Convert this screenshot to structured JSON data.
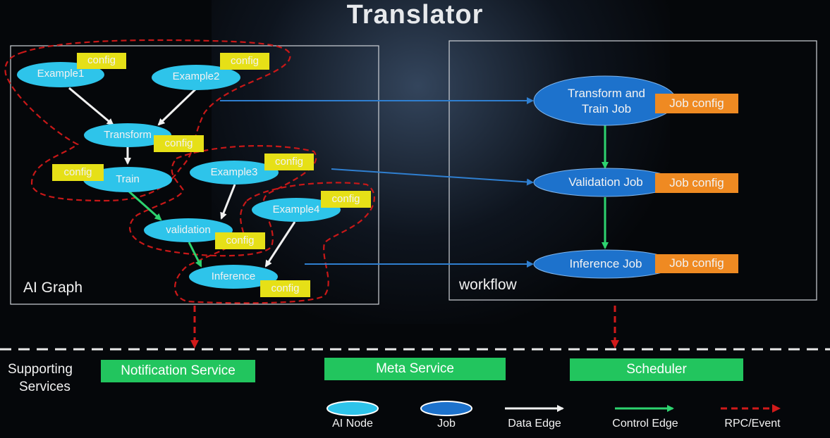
{
  "title": "Translator",
  "ai_graph": {
    "label": "AI Graph",
    "nodes": {
      "example1": "Example1",
      "example2": "Example2",
      "transform": "Transform",
      "train": "Train",
      "example3": "Example3",
      "example4": "Example4",
      "validation": "validation",
      "inference": "Inference"
    },
    "config_label": "config"
  },
  "workflow": {
    "label": "workflow",
    "jobs": {
      "transform_train_line1": "Transform and",
      "transform_train_line2": "Train Job",
      "validation": "Validation Job",
      "inference": "Inference Job"
    },
    "job_config_label": "Job config"
  },
  "supporting": {
    "label_line1": "Supporting",
    "label_line2": "Services",
    "services": [
      "Notification Service",
      "Meta Service",
      "Scheduler"
    ]
  },
  "legend": {
    "ai_node": "AI Node",
    "job": "Job",
    "data_edge": "Data Edge",
    "control_edge": "Control Edge",
    "rpc_event": "RPC/Event"
  },
  "colors": {
    "ai_node": "#2ec4ea",
    "job": "#1d72cc",
    "config": "#e6e017",
    "job_config": "#ef8a22",
    "control_edge": "#2dd36f",
    "rpc": "#d11a1a",
    "service": "#22c55e",
    "cross_arrow": "#2f7fd0"
  }
}
